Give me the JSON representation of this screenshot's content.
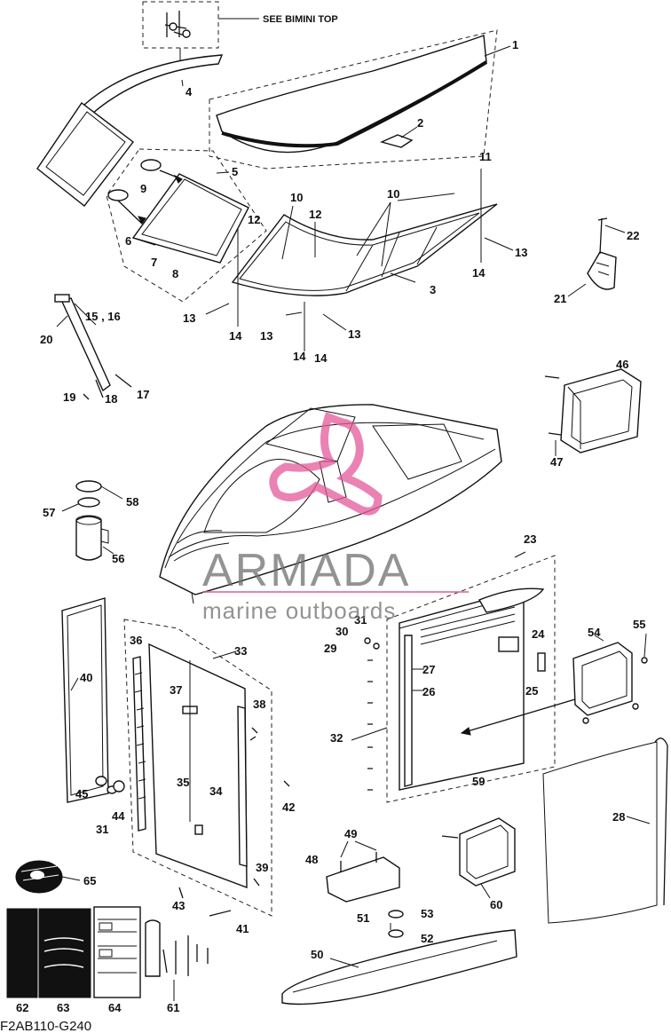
{
  "diagram": {
    "code": "F2AB110-G240",
    "note": "SEE BIMINI TOP",
    "watermark": {
      "brand": "ARMADA",
      "tagline": "marine outboards",
      "accent_color": "#e35a9a"
    },
    "labels": [
      {
        "id": "1",
        "text": "1"
      },
      {
        "id": "2",
        "text": "2"
      },
      {
        "id": "3",
        "text": "3"
      },
      {
        "id": "4",
        "text": "4"
      },
      {
        "id": "5",
        "text": "5"
      },
      {
        "id": "6",
        "text": "6"
      },
      {
        "id": "7",
        "text": "7"
      },
      {
        "id": "8",
        "text": "8"
      },
      {
        "id": "9",
        "text": "9"
      },
      {
        "id": "10a",
        "text": "10"
      },
      {
        "id": "10b",
        "text": "10"
      },
      {
        "id": "11",
        "text": "11"
      },
      {
        "id": "12a",
        "text": "12"
      },
      {
        "id": "12b",
        "text": "12"
      },
      {
        "id": "13a",
        "text": "13"
      },
      {
        "id": "13b",
        "text": "13"
      },
      {
        "id": "13c",
        "text": "13"
      },
      {
        "id": "13d",
        "text": "13"
      },
      {
        "id": "14a",
        "text": "14"
      },
      {
        "id": "14b",
        "text": "14"
      },
      {
        "id": "14c",
        "text": "14"
      },
      {
        "id": "14d",
        "text": "14"
      },
      {
        "id": "1516",
        "text": "15 , 16"
      },
      {
        "id": "17",
        "text": "17"
      },
      {
        "id": "18",
        "text": "18"
      },
      {
        "id": "19",
        "text": "19"
      },
      {
        "id": "20",
        "text": "20"
      },
      {
        "id": "21",
        "text": "21"
      },
      {
        "id": "22",
        "text": "22"
      },
      {
        "id": "23",
        "text": "23"
      },
      {
        "id": "24",
        "text": "24"
      },
      {
        "id": "25",
        "text": "25"
      },
      {
        "id": "26",
        "text": "26"
      },
      {
        "id": "27",
        "text": "27"
      },
      {
        "id": "28",
        "text": "28"
      },
      {
        "id": "29",
        "text": "29"
      },
      {
        "id": "30",
        "text": "30"
      },
      {
        "id": "31a",
        "text": "31"
      },
      {
        "id": "31b",
        "text": "31"
      },
      {
        "id": "32",
        "text": "32"
      },
      {
        "id": "33",
        "text": "33"
      },
      {
        "id": "34",
        "text": "34"
      },
      {
        "id": "35",
        "text": "35"
      },
      {
        "id": "36",
        "text": "36"
      },
      {
        "id": "37",
        "text": "37"
      },
      {
        "id": "38",
        "text": "38"
      },
      {
        "id": "39",
        "text": "39"
      },
      {
        "id": "40",
        "text": "40"
      },
      {
        "id": "41",
        "text": "41"
      },
      {
        "id": "42",
        "text": "42"
      },
      {
        "id": "43",
        "text": "43"
      },
      {
        "id": "44",
        "text": "44"
      },
      {
        "id": "45",
        "text": "45"
      },
      {
        "id": "46",
        "text": "46"
      },
      {
        "id": "47",
        "text": "47"
      },
      {
        "id": "48",
        "text": "48"
      },
      {
        "id": "49",
        "text": "49"
      },
      {
        "id": "50",
        "text": "50"
      },
      {
        "id": "51",
        "text": "51"
      },
      {
        "id": "52",
        "text": "52"
      },
      {
        "id": "53",
        "text": "53"
      },
      {
        "id": "54",
        "text": "54"
      },
      {
        "id": "55",
        "text": "55"
      },
      {
        "id": "56",
        "text": "56"
      },
      {
        "id": "57",
        "text": "57"
      },
      {
        "id": "58",
        "text": "58"
      },
      {
        "id": "59",
        "text": "59"
      },
      {
        "id": "60",
        "text": "60"
      },
      {
        "id": "61",
        "text": "61"
      },
      {
        "id": "62",
        "text": "62"
      },
      {
        "id": "63",
        "text": "63"
      },
      {
        "id": "64",
        "text": "64"
      },
      {
        "id": "65",
        "text": "65"
      }
    ]
  }
}
